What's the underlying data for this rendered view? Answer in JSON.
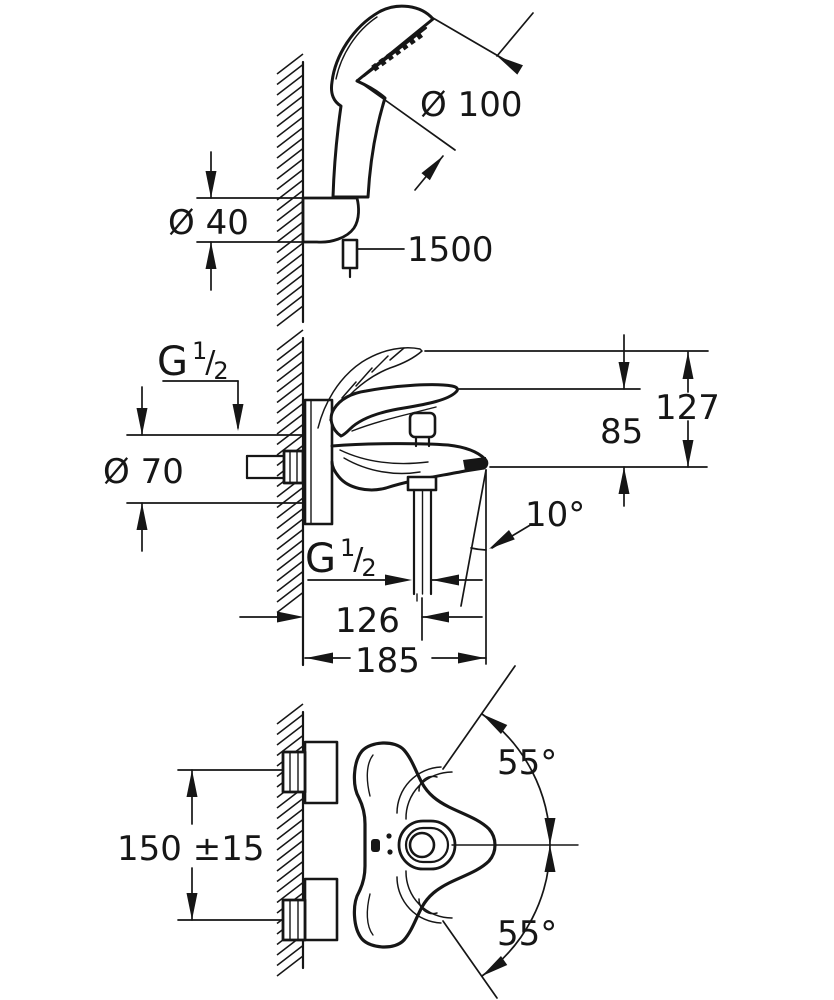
{
  "drawing": {
    "title": "shower-mixer-dimension-drawing",
    "colors": {
      "background": "#ffffff",
      "line": "#161616"
    },
    "views": {
      "top_view": {
        "description": "hand shower in wall holder - side view",
        "labels": {
          "head_diameter": "Ø 100",
          "holder_diameter": "Ø 40",
          "hose_length": "1500"
        }
      },
      "middle_view": {
        "description": "bath mixer - side elevation",
        "labels": {
          "inlet_thread": {
            "text": "G 1/2",
            "base": "G",
            "numerator": "1",
            "slash": "/",
            "denominator": "2"
          },
          "flange_diameter": "Ø 70",
          "spout_to_lever_height": "85",
          "overall_height": "127",
          "spout_angle": "10°",
          "outlet_thread": {
            "text": "G 1/2",
            "base": "G",
            "numerator": "1",
            "slash": "/",
            "denominator": "2"
          },
          "wall_to_outlet": "126",
          "wall_to_spout_tip": "185"
        }
      },
      "bottom_view": {
        "description": "bath mixer - front elevation",
        "labels": {
          "connection_spacing": "150 ±15",
          "lever_swing_upper": "55°",
          "lever_swing_lower": "55°"
        }
      }
    }
  }
}
